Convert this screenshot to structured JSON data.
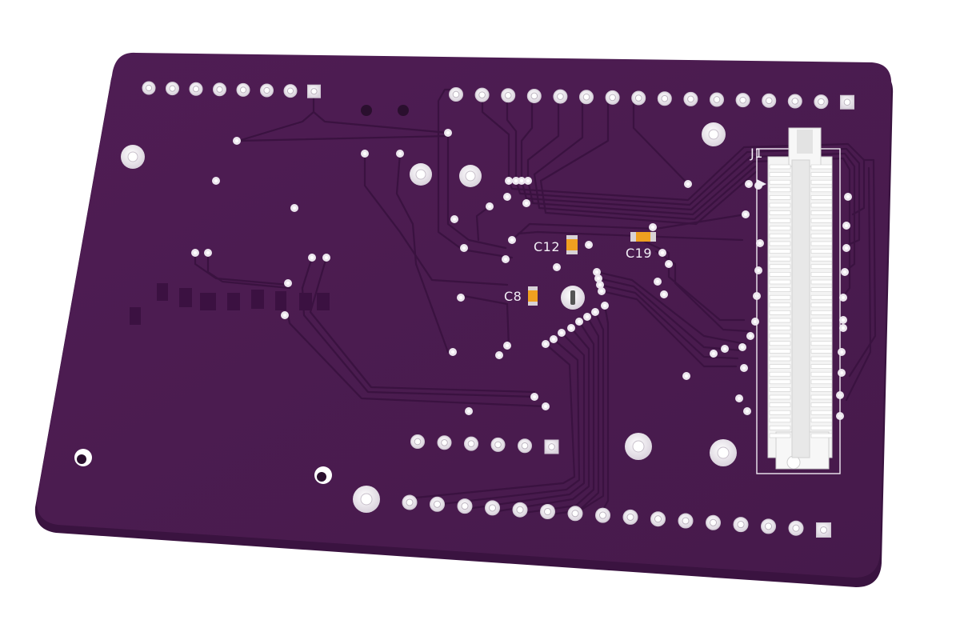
{
  "colors": {
    "background": "#ffffff",
    "board": "#4a1a4e",
    "board_edge": "#3a1340",
    "trace": "#3d1442",
    "trace_highlight": "#5a2760",
    "pad": "#e9e4ea",
    "drill": "#ffffff",
    "silkscreen": "#f2eef6",
    "capacitor": "#f0a020",
    "capacitor_end": "#d8d2d6",
    "connector_body": "#f4f4f4"
  },
  "labels": {
    "connector": "J1",
    "cap_a": "C12",
    "cap_b": "C19",
    "cap_c": "C8"
  },
  "components": [
    {
      "ref": "J1",
      "kind": "board-to-board-connector",
      "icon": "connector-icon"
    },
    {
      "ref": "C12",
      "kind": "smd-capacitor",
      "icon": "capacitor-icon"
    },
    {
      "ref": "C19",
      "kind": "smd-capacitor",
      "icon": "capacitor-icon"
    },
    {
      "ref": "C8",
      "kind": "smd-capacitor",
      "icon": "capacitor-icon"
    }
  ]
}
